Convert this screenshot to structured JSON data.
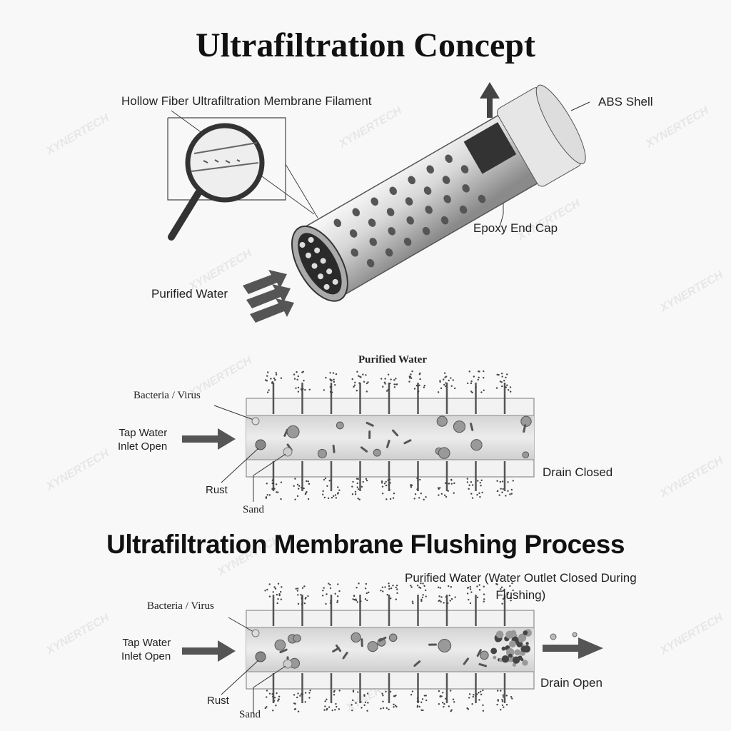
{
  "title": "Ultrafiltration Concept",
  "watermark": "XYNERTECH",
  "concept": {
    "hollow_fiber_label": "Hollow Fiber Ultrafiltration Membrane Filament",
    "abs_shell_label": "ABS Shell",
    "epoxy_label": "Epoxy End Cap",
    "purified_water_label": "Purified Water"
  },
  "normal": {
    "purified_water": "Purified Water",
    "bacteria": "Bacteria / Virus",
    "tap_water": "Tap Water\nInlet Open",
    "rust": "Rust",
    "sand": "Sand",
    "drain": "Drain Closed"
  },
  "flush_title": "Ultrafiltration Membrane Flushing Process",
  "flush": {
    "purified_water": "Purified Water (Water Outlet Closed During\nFlushing)",
    "bacteria": "Bacteria / Virus",
    "tap_water": "Tap Water\nInlet Open",
    "rust": "Rust",
    "sand": "Sand",
    "drain": "Drain Open"
  }
}
